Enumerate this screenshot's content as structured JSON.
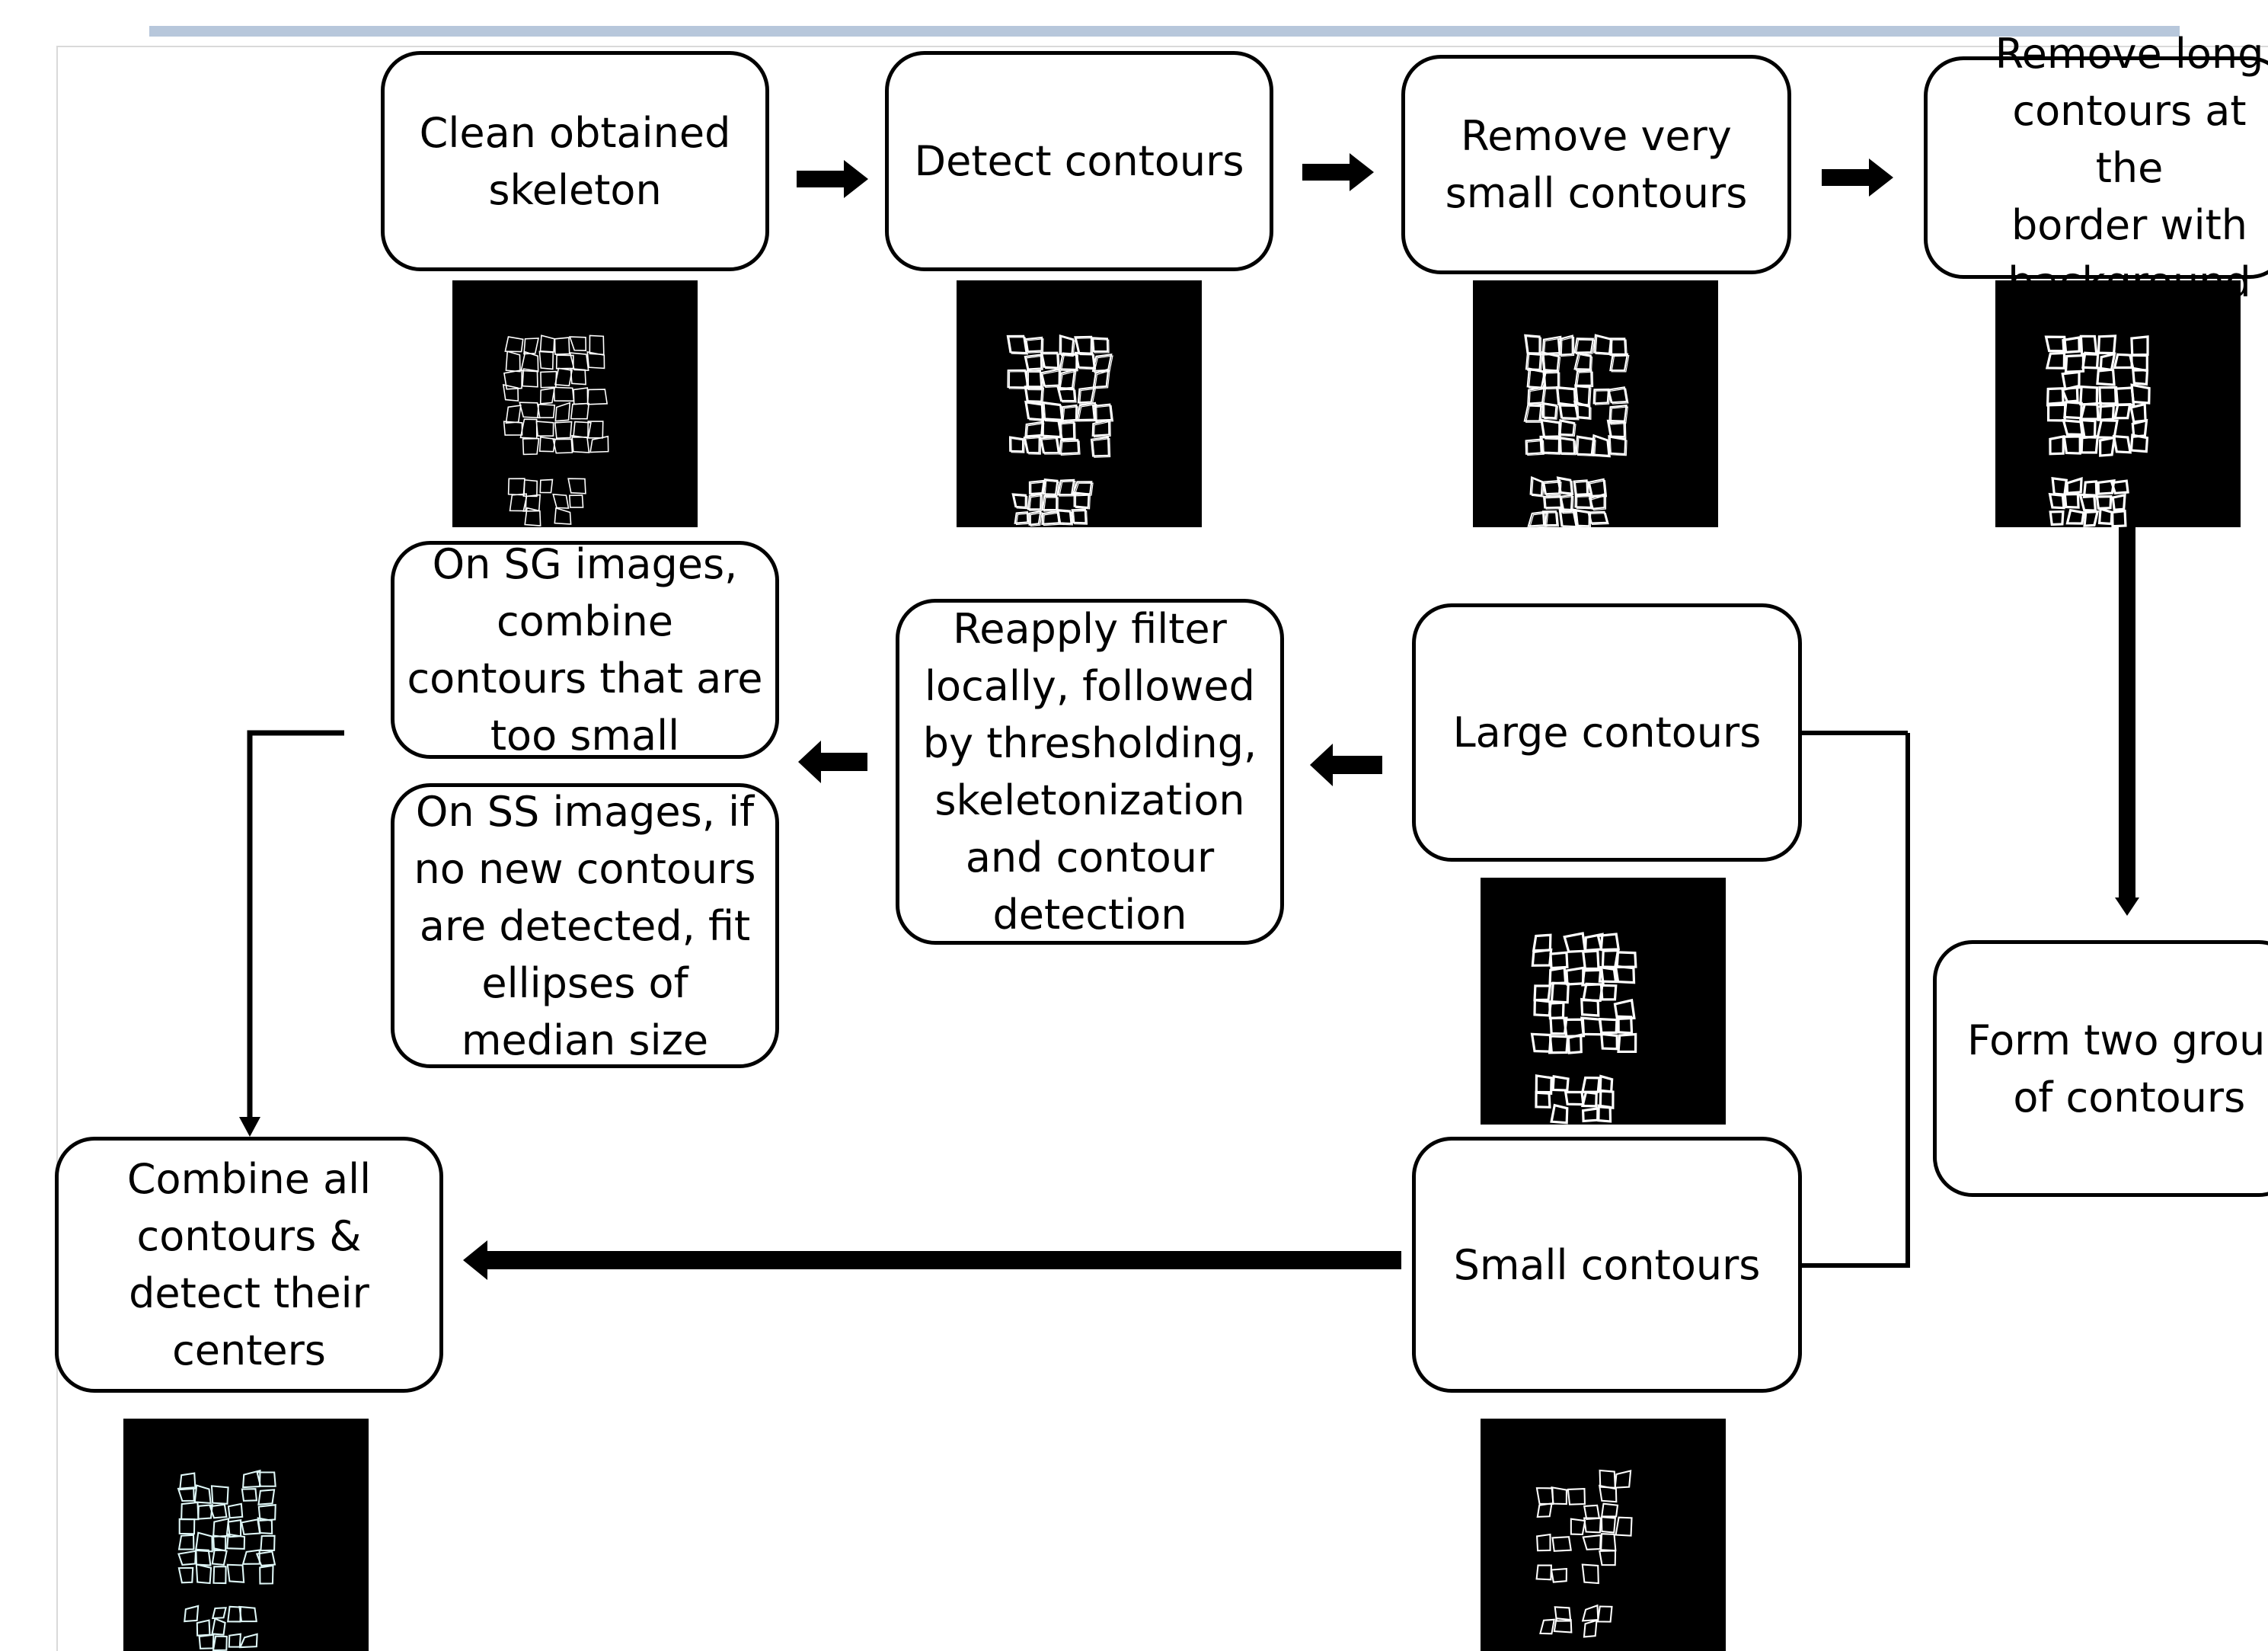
{
  "steps": {
    "clean": "Clean obtained\nskeleton",
    "detect": "Detect contours",
    "remove_small": "Remove very\nsmall contours",
    "remove_long": "Remove long\ncontours at the\nborder with\nbackground",
    "form_groups": "Form two group\nof contours",
    "large": "Large contours",
    "small": "Small contours",
    "reapply": "Reapply filter\nlocally, followed\nby thresholding,\nskeletonization\nand contour\ndetection",
    "sg": "On SG images,\ncombine\ncontours that are\ntoo small",
    "ss": "On SS images, if\nno new contours\nare detected, fit\nellipses of\nmedian size",
    "combine": "Combine all\ncontours &\ndetect their\ncenters"
  },
  "colors": {
    "accent_bar": "#b7c7db",
    "stroke": "#000000",
    "thumb_bg": "#000000",
    "contour": "#ffffff"
  }
}
